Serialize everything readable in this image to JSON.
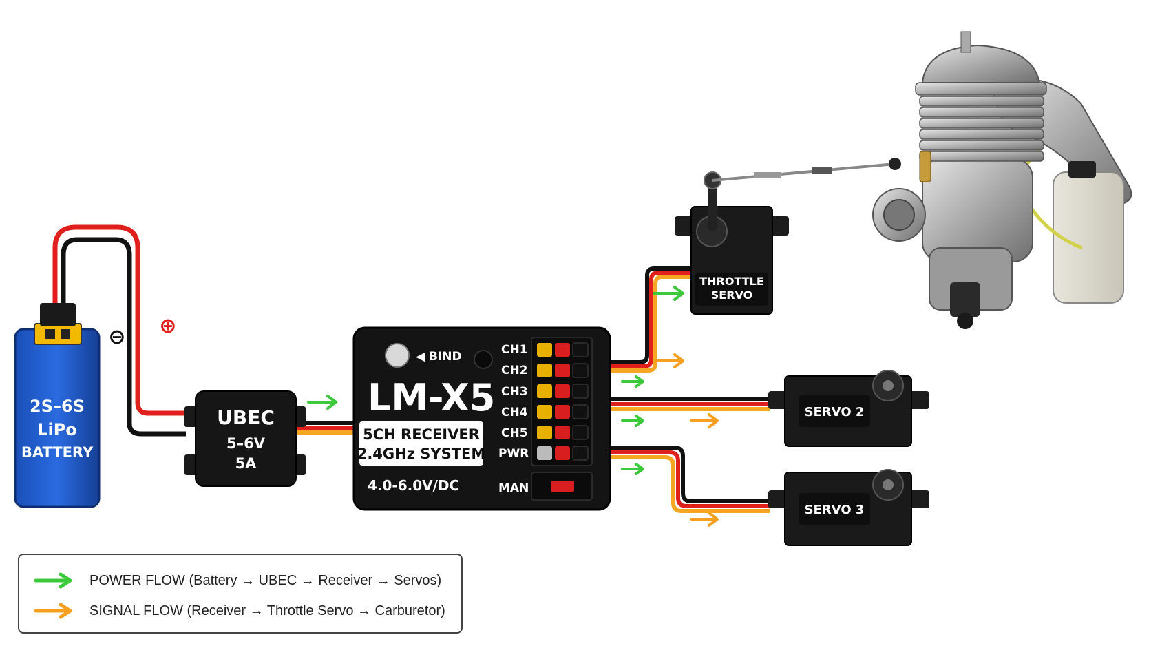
{
  "battery": {
    "line1": "2S–6S",
    "line2": "LiPo",
    "line3": "BATTERY"
  },
  "polarity": {
    "negative": "⊖",
    "positive": "⊕"
  },
  "ubec": {
    "title": "UBEC",
    "voltage": "5–6V",
    "current": "5A"
  },
  "receiver": {
    "model": "LM-X5",
    "bind_label": "◀ BIND",
    "desc_line1": "5CH RECEIVER",
    "desc_line2": "2.4GHz SYSTEM",
    "voltage": "4.0-6.0V/DC",
    "channels": [
      "CH1",
      "CH2",
      "CH3",
      "CH4",
      "CH5",
      "PWR"
    ],
    "man_label": "MAN"
  },
  "throttle_servo": {
    "line1": "THROTTLE",
    "line2": "SERVO"
  },
  "servo2": {
    "label": "SERVO 2"
  },
  "servo3": {
    "label": "SERVO 3"
  },
  "legend": {
    "power": "POWER FLOW (Battery → UBEC → Receiver → Servos)",
    "signal": "SIGNAL FLOW (Receiver → Throttle Servo → Carburetor)"
  },
  "colors": {
    "power_arrow": "#3cc93c",
    "signal_arrow": "#f5a020",
    "wire_red": "#e0201c",
    "wire_black": "#111111",
    "wire_orange": "#f5a623",
    "battery_blue": "#1f5fd0"
  }
}
